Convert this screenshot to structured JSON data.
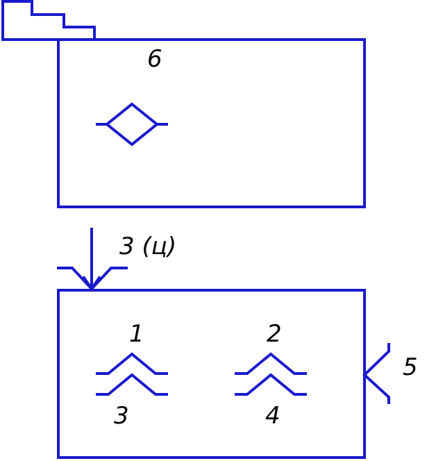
{
  "colors": {
    "stroke": "#1a1acc",
    "text": "#000000",
    "background": "#ffffff"
  },
  "labels": {
    "top_block": "6",
    "arrow": "3 (ц)",
    "symbol_1_top": "1",
    "symbol_2_top": "2",
    "symbol_1_bottom": "3",
    "symbol_2_bottom": "4",
    "side_mark": "5"
  }
}
